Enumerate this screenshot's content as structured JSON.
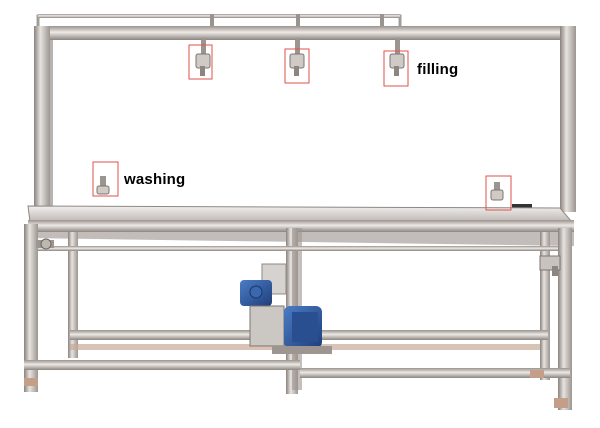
{
  "annotations": {
    "filling_label": "filling",
    "washing_label": "washing"
  },
  "colors": {
    "steel": "#b9b6b3",
    "steel_dark": "#7d7470",
    "steel_light": "#e8e6e4",
    "motor_blue": "#2f5fa8",
    "highlight_box": "#e0524a"
  },
  "highlighted_nozzles": [
    {
      "name": "filling-nozzle-1"
    },
    {
      "name": "filling-nozzle-2"
    },
    {
      "name": "filling-nozzle-3"
    },
    {
      "name": "washing-nozzle-left"
    },
    {
      "name": "washing-nozzle-right"
    }
  ]
}
